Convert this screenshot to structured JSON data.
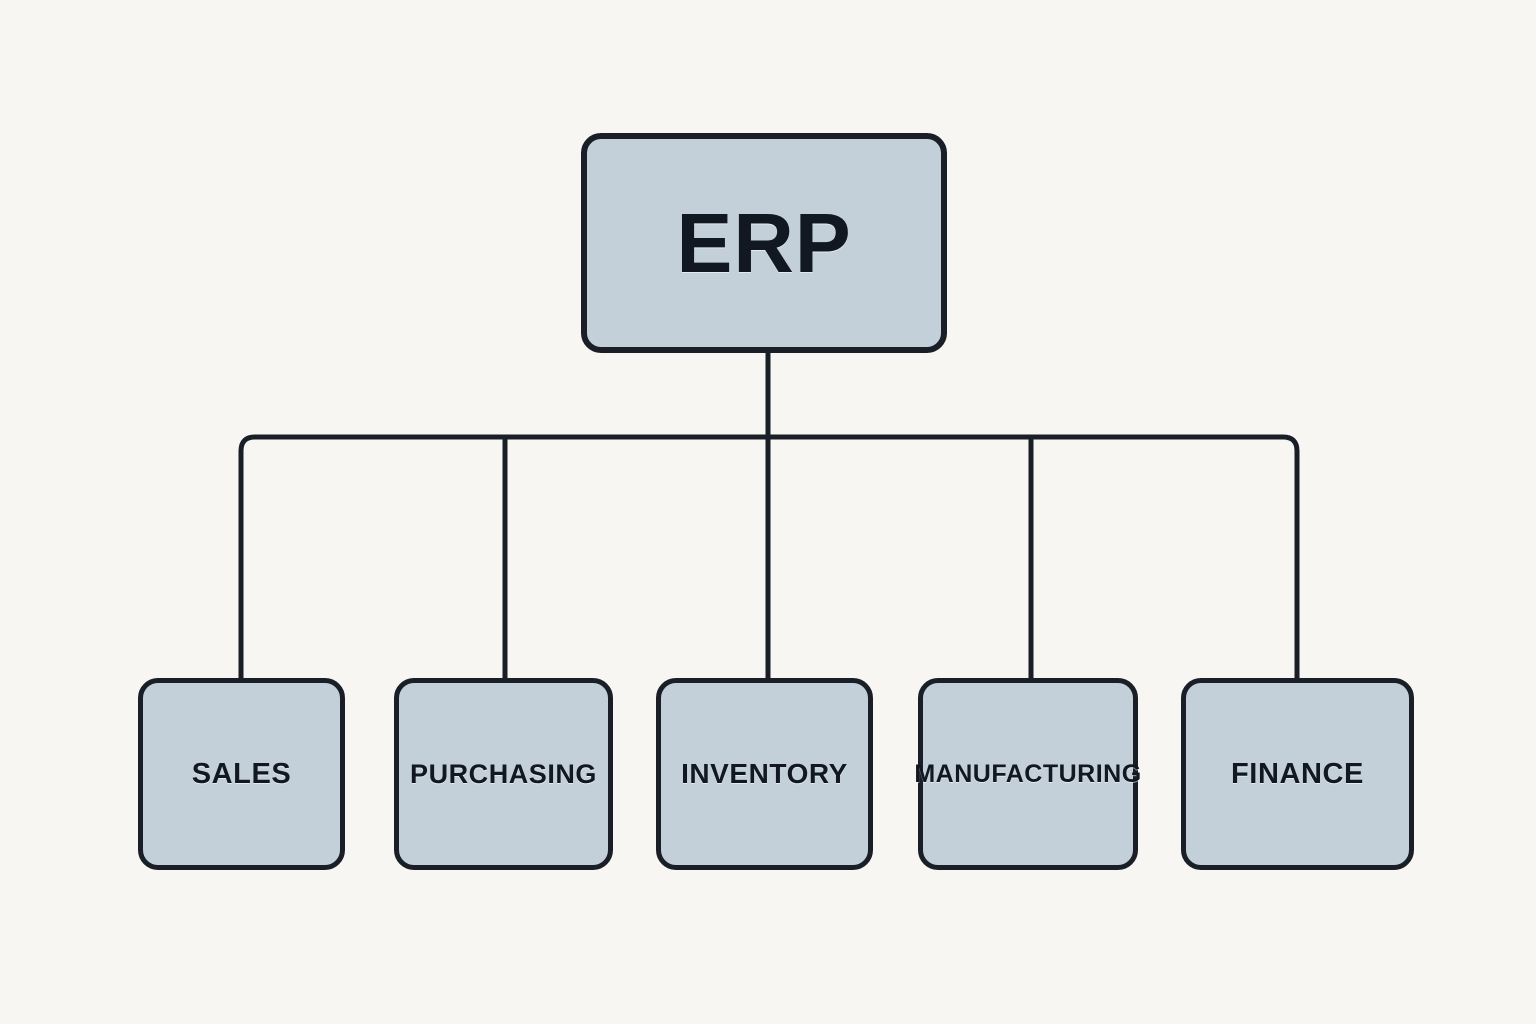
{
  "diagram": {
    "type": "hierarchy-tree",
    "orientation": "top-down",
    "background_color": "#F7F6F2",
    "node_fill_color": "#C3D0DA",
    "node_border_color": "#1A1E26",
    "connector_color": "#1A1E26",
    "root": {
      "id": "erp",
      "label": "ERP"
    },
    "children": [
      {
        "id": "sales",
        "label": "SALES"
      },
      {
        "id": "purchasing",
        "label": "PURCHASING"
      },
      {
        "id": "inventory",
        "label": "INVENTORY"
      },
      {
        "id": "manufacturing",
        "label": "MANUFACTURING"
      },
      {
        "id": "finance",
        "label": "FINANCE"
      }
    ]
  }
}
